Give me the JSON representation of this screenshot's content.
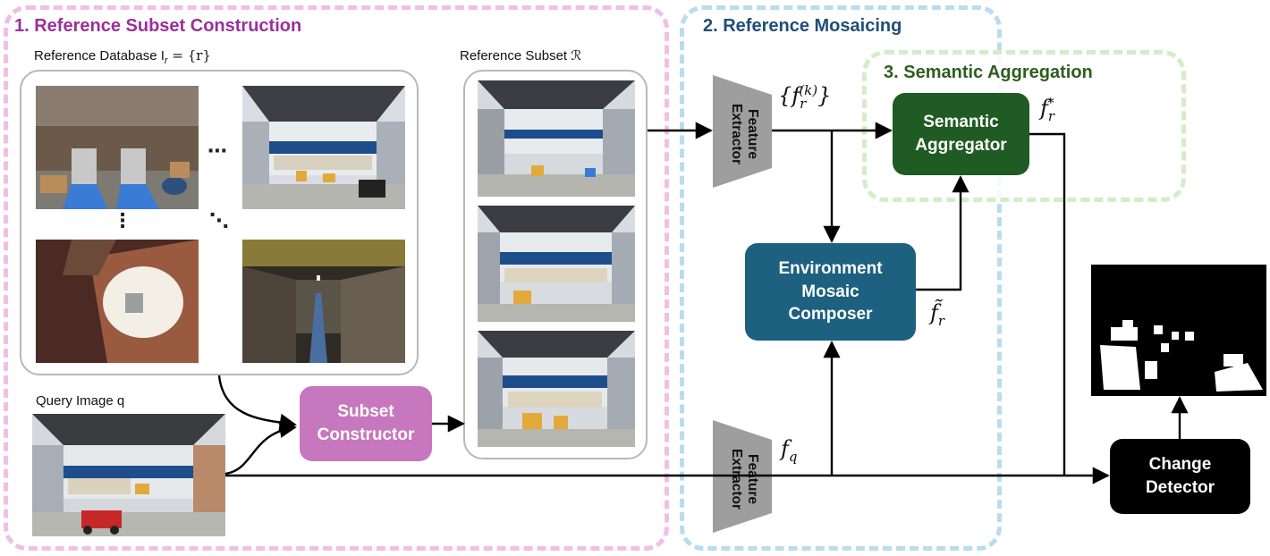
{
  "stages": {
    "subset": {
      "title": "1. Reference Subset Construction",
      "color": "#9b2f9b",
      "border": "#f0bfe6"
    },
    "mosaic": {
      "title": "2. Reference Mosaicing",
      "color": "#1f4e79",
      "border": "#b9dcf0"
    },
    "aggregate": {
      "title": "3. Semantic Aggregation",
      "color": "#2e5e1e",
      "border": "#d3edc8"
    }
  },
  "labels": {
    "reference_database": "Reference Database I",
    "reference_database_sub": "r",
    "reference_database_eq": " = {r}",
    "reference_subset": "Reference Subset ℛ",
    "query_image": "Query Image q"
  },
  "modules": {
    "subset_constructor": {
      "label": "Subset\nConstructor",
      "color": "#c777bd"
    },
    "feature_extractor_top": {
      "label": "Feature\nExtractor",
      "color": "#9e9e9e"
    },
    "feature_extractor_bottom": {
      "label": "Feature\nExtractor",
      "color": "#9e9e9e"
    },
    "environment_mosaic_composer": {
      "label": "Environment\nMosaic\nComposer",
      "color": "#1d6080"
    },
    "semantic_aggregator": {
      "label": "Semantic\nAggregator",
      "color": "#1f5b22"
    },
    "change_detector": {
      "label": "Change\nDetector",
      "color": "#000000"
    }
  },
  "math": {
    "f_r_k": "{f",
    "f_r_k_sub": "r",
    "f_r_k_sup": "(k)",
    "f_r_k_close": "}",
    "f_r_star": "f",
    "f_r_star_sub": "r",
    "f_r_star_sup": "*",
    "f_r_tilde": "f̃",
    "f_r_tilde_sub": "r",
    "f_q": "f",
    "f_q_sub": "q"
  },
  "glyphs": {
    "hdots": "⋯",
    "vdots": "⋮",
    "ddots": "⋱"
  },
  "colors": {
    "arrow": "#000000",
    "panel_border": "#b8b8b8"
  }
}
